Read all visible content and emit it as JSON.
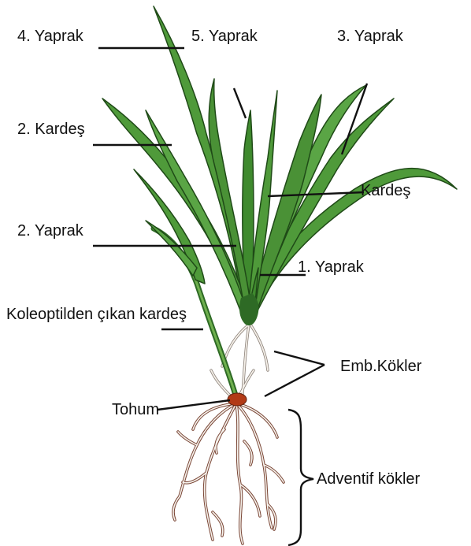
{
  "colors": {
    "leaf": "#4f9a3a",
    "leaf_dark": "#2f6a22",
    "stem": "#2e6a25",
    "seed": "#b23a16",
    "root_light": "#f4efe8",
    "root_dark": "#7a4636",
    "leader": "#111111"
  },
  "labels": {
    "leaf4": "4. Yaprak",
    "leaf5": "5. Yaprak",
    "leaf3": "3. Yaprak",
    "tiller2": "2. Kardeş",
    "tiller": "Kardeş",
    "leaf2": "2. Yaprak",
    "leaf1": "1. Yaprak",
    "coleoptile_tiller": "Koleoptilden çıkan kardeş",
    "embryonic_roots": "Emb.Kökler",
    "seed": "Tohum",
    "adventitious_roots": "Adventif kökler"
  }
}
